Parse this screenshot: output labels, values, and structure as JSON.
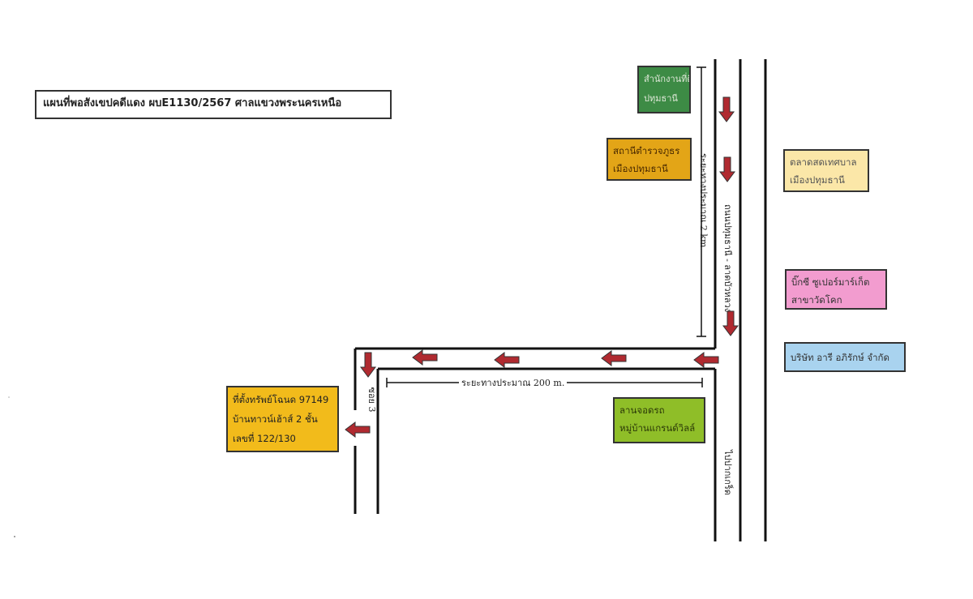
{
  "map_title": "แผนที่พอสังเขปคดีแดง ผบE1130/2567 ศาลแขวงพระนครเหนือ",
  "landmarks": {
    "office": {
      "lines": [
        "สำนักงานที่ดิน",
        "ปทุมธานี"
      ],
      "color": "#3d8b45"
    },
    "police": {
      "lines": [
        "สถานีตำรวจภูธร",
        "เมืองปทุมธานี"
      ],
      "color": "#e3a517"
    },
    "market": {
      "lines": [
        "ตลาดสดเทศบาล",
        "เมืองปทุมธานี"
      ],
      "color": "#fbe7a8"
    },
    "bigc": {
      "lines": [
        "บิ๊กซี ซูเปอร์มาร์เก็ต",
        "สาขาวัดโคก"
      ],
      "color": "#f29ccf"
    },
    "company": {
      "lines": [
        "บริษัท อารี อภิรักษ์ จำกัด"
      ],
      "color": "#a9d3ef"
    },
    "village": {
      "lines": [
        "ลานจอดรถ",
        "หมู่บ้านแกรนด์วิลล์"
      ],
      "color": "#8fbe28"
    },
    "property": {
      "lines": [
        "ที่ตั้งทรัพย์โฉนด 97149",
        "บ้านทาวน์เฮ้าส์ 2 ชั้น",
        "เลขที่ 122/130"
      ],
      "color": "#f2bb1b"
    }
  },
  "road_labels": {
    "distance_200m": "ระยะทางประมาณ 200 m.",
    "distance_2km": "ระยะทางประมาณ 2 km.",
    "main_road": "ถนนปทุมธานี - ลาดบัวหลวง",
    "to_market": "ไปปากเกร็ด",
    "soi": "ซอย 3"
  },
  "colors": {
    "arrow": "#b02a30",
    "road_line": "#111111"
  }
}
